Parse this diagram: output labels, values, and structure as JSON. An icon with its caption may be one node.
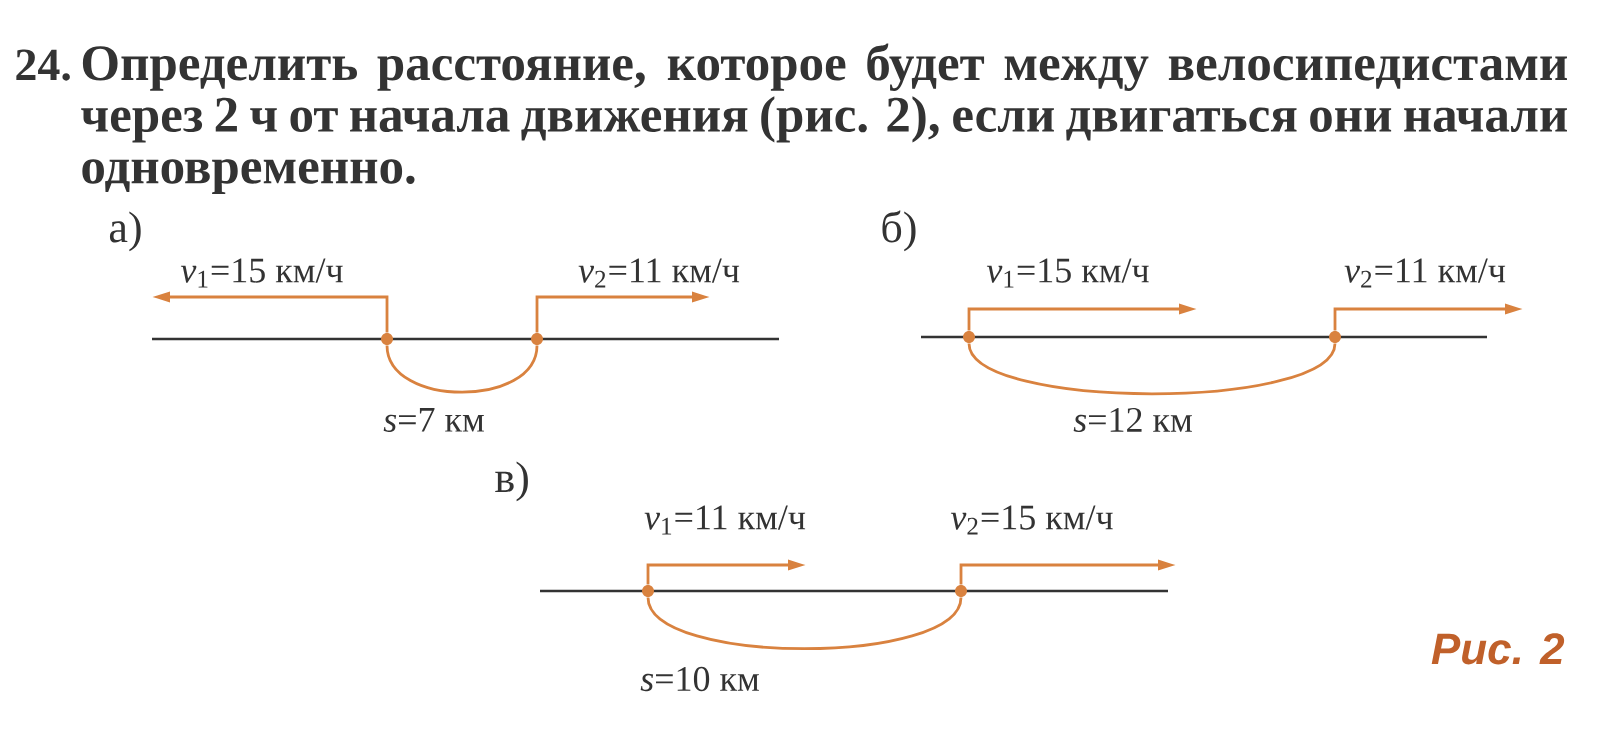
{
  "diagram": {
    "nodes": [
      {
        "text": [],
        "shape": "circle"
      },
      {
        "text": [],
        "shape": "circle"
      },
      {
        "text": [],
        "shape": "circle"
      },
      {
        "text": [],
        "shape": "circle"
      },
      {
        "text": [],
        "shape": "circle"
      },
      {
        "text": [],
        "shape": "circle"
      }
    ],
    "edges": [
      {
        "from": 0,
        "to": 1,
        "arrow": "none",
        "label": "*s*=7 км"
      },
      {
        "from": 0,
        "to": null,
        "arrow": "to",
        "label": "*v*$_{1}$=15 км/ч"
      },
      {
        "from": 1,
        "to": null,
        "arrow": "to",
        "label": "*v*$_{2}$=11 км/ч"
      },
      {
        "from": 2,
        "to": 3,
        "arrow": "none",
        "label": "*s*=12 км"
      },
      {
        "from": 2,
        "to": null,
        "arrow": "to",
        "label": "*v*$_{1}$=15 км/ч"
      },
      {
        "from": 3,
        "to": null,
        "arrow": "to",
        "label": "*v*$_{2}$=11 км/ч"
      },
      {
        "from": 4,
        "to": 5,
        "arrow": "none",
        "label": "*s*=10 км"
      },
      {
        "from": 4,
        "to": null,
        "arrow": "to",
        "label": "*v*$_{1}$=11 км/ч"
      },
      {
        "from": 5,
        "to": null,
        "arrow": "to",
        "label": "*v*$_{2}$=15 км/ч"
      }
    ],
    "labels": [
      "24.",
      "Определить расстояние, которое будет между велосипедистами через 2 ч от начала движения (рис. 2), если двигаться они начали одновременно.",
      "а)",
      "б)",
      "в)",
      "Рис. 2"
    ]
  }
}
